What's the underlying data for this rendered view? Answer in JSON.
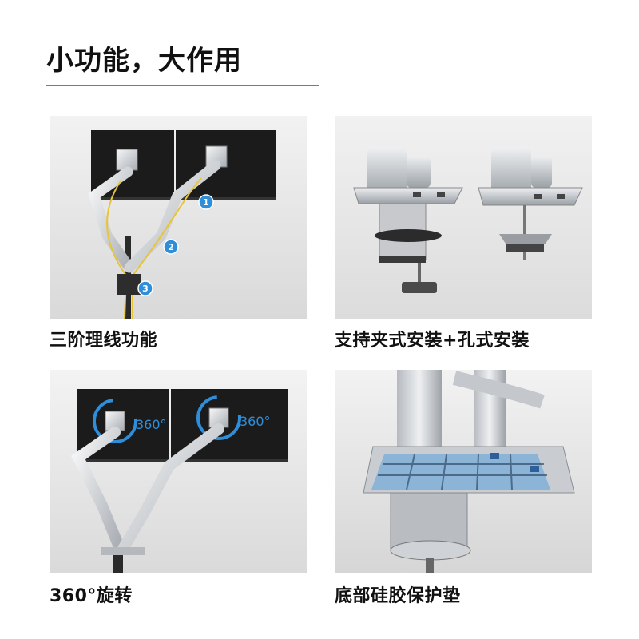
{
  "header": {
    "title": "小功能，大作用"
  },
  "features": [
    {
      "caption": "三阶理线功能",
      "badges": [
        "1",
        "2",
        "3"
      ]
    },
    {
      "caption": "支持夹式安装+孔式安装"
    },
    {
      "caption": "360°旋转",
      "rotation_label": "360°"
    },
    {
      "caption": "底部硅胶保护垫"
    }
  ],
  "colors": {
    "accent": "#2f8ed9",
    "arm_silver": "#c9cdd2",
    "cable_yellow": "#e7c43a"
  }
}
